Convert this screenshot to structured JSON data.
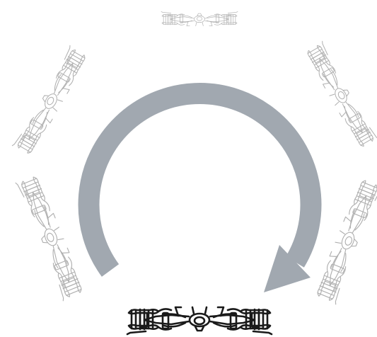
{
  "diagram": {
    "arrow": {
      "color": "#a1a8b0",
      "direction": "clockwise"
    },
    "drone": {
      "icon": "quadcopter-drone-icon",
      "ghost_color": "#b0b0b0",
      "final_color": "#1a1a1a"
    },
    "drone_positions": [
      {
        "name": "drone-top",
        "state": "ghost"
      },
      {
        "name": "drone-upper-right",
        "state": "ghost"
      },
      {
        "name": "drone-lower-right",
        "state": "ghost"
      },
      {
        "name": "drone-bottom",
        "state": "final"
      },
      {
        "name": "drone-lower-left",
        "state": "ghost"
      },
      {
        "name": "drone-upper-left",
        "state": "ghost"
      }
    ]
  }
}
